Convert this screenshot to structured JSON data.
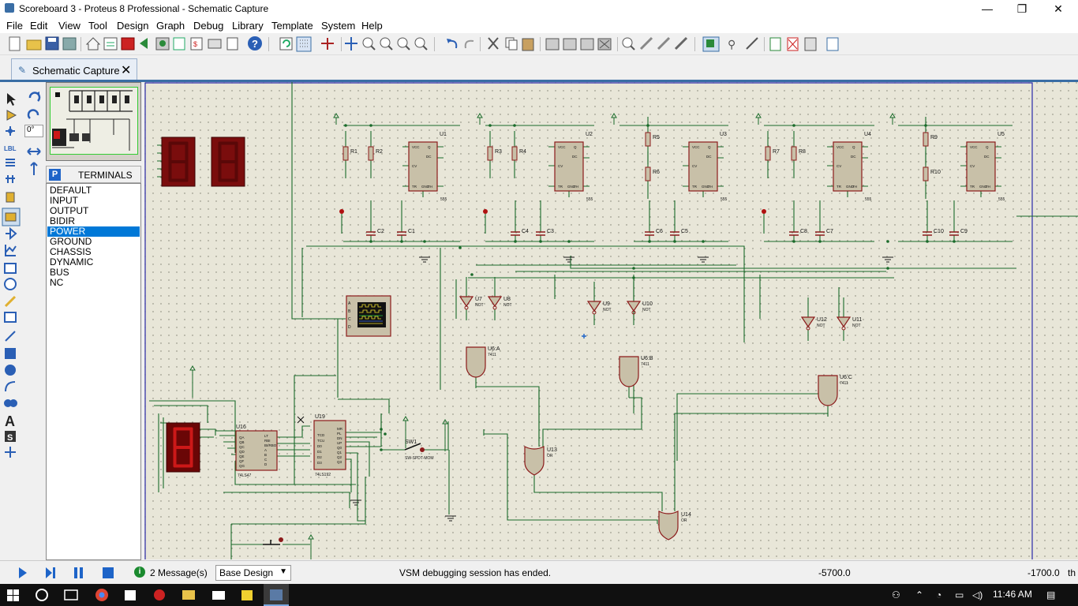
{
  "window": {
    "title": "Scoreboard 3 - Proteus 8 Professional - Schematic Capture",
    "minimize": "—",
    "restore": "❐",
    "close": "✕"
  },
  "menu": [
    "File",
    "Edit",
    "View",
    "Tool",
    "Design",
    "Graph",
    "Debug",
    "Library",
    "Template",
    "System",
    "Help"
  ],
  "tab": {
    "label": "Schematic Capture",
    "close": "✕"
  },
  "rotation": {
    "angle": "0°"
  },
  "terminals": {
    "badge": "P",
    "title": "TERMINALS",
    "items": [
      "DEFAULT",
      "INPUT",
      "OUTPUT",
      "BIDIR",
      "POWER",
      "GROUND",
      "CHASSIS",
      "DYNAMIC",
      "BUS",
      "NC"
    ],
    "selected": "POWER"
  },
  "schematic": {
    "timers": [
      "U1",
      "U2",
      "U3",
      "U4",
      "U5"
    ],
    "resistors": [
      "R1",
      "R2",
      "R3",
      "R4",
      "R5",
      "R6",
      "R7",
      "R8",
      "R9",
      "R10"
    ],
    "capacitors": [
      "C2",
      "C1",
      "C4",
      "C3",
      "C6",
      "C5",
      "C8",
      "C7",
      "C10",
      "C9"
    ],
    "not_gates": [
      "U7",
      "U8",
      "U9",
      "U10",
      "U12",
      "U11"
    ],
    "and_gates": [
      "U6:A",
      "U6:B",
      "U6:C"
    ],
    "or_gates": [
      "U13",
      "U14"
    ],
    "counters": [
      "U16",
      "U19"
    ],
    "counter_parts": [
      "74LS47",
      "74LS192"
    ],
    "switch": "SW1",
    "switch_part": "SW-SPDT-MOM",
    "timer_part": "555",
    "not_part": "NOT",
    "and_part": "7411",
    "or_part": "OR"
  },
  "status": {
    "messages": "2 Message(s)",
    "design": "Base Design",
    "message": "VSM debugging session has ended.",
    "x": "-5700.0",
    "y": "-1700.0",
    "unit": "th"
  },
  "taskbar": {
    "time": "11:46 AM"
  },
  "colors": {
    "canvas": "#e8e6d8",
    "wire": "#1a6b2a",
    "component": "#8b1a1a",
    "component_fill": "#c8c0a8",
    "selection": "#0078d7",
    "seven_segment": "#cc1818"
  }
}
